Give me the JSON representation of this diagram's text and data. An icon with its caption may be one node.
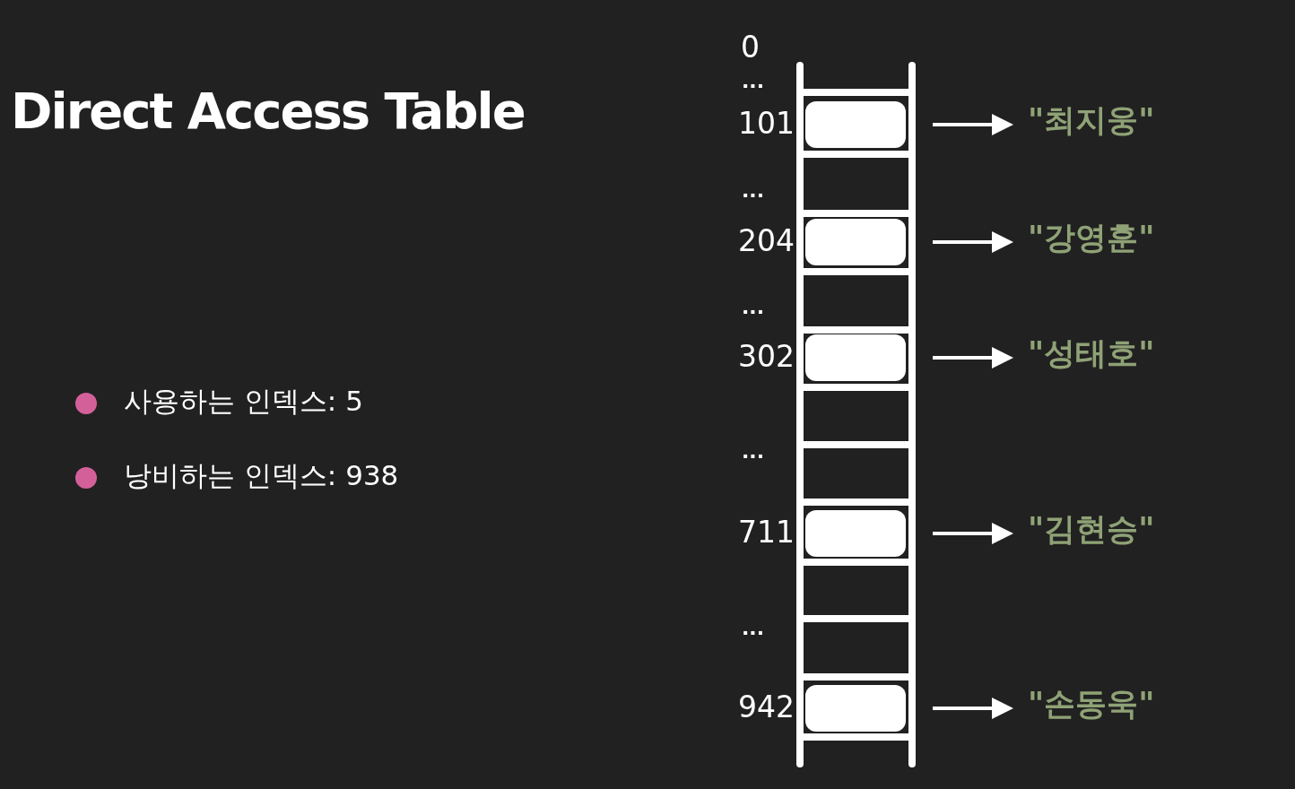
{
  "diagram": {
    "title": "Direct Access Table",
    "nodes": [
      {
        "text": [],
        "shape": "box",
        "beside": [
          "101"
        ]
      },
      {
        "text": [
          "\"최지웅\""
        ]
      },
      {
        "text": [],
        "shape": "box",
        "beside": [
          "204"
        ]
      },
      {
        "text": [
          "\"강영훈\""
        ]
      },
      {
        "text": [],
        "shape": "box",
        "beside": [
          "302"
        ]
      },
      {
        "text": [
          "\"성태호\""
        ]
      },
      {
        "text": [],
        "shape": "box",
        "beside": [
          "711"
        ]
      },
      {
        "text": [
          "\"김현승\""
        ]
      },
      {
        "text": [],
        "shape": "box",
        "beside": [
          "942"
        ]
      },
      {
        "text": [
          "\"손동욱\""
        ]
      }
    ],
    "edges": [
      {
        "from": 0,
        "to": 1,
        "arrow": "to"
      },
      {
        "from": 2,
        "to": 3,
        "arrow": "to"
      },
      {
        "from": 4,
        "to": 5,
        "arrow": "to"
      },
      {
        "from": 6,
        "to": 7,
        "arrow": "to"
      },
      {
        "from": 8,
        "to": 9,
        "arrow": "to"
      }
    ],
    "labels": [
      "0",
      "...",
      "...",
      "...",
      "...",
      "...",
      "사용하는 인덱스: 5",
      "낭비하는 인덱스: 938"
    ]
  }
}
